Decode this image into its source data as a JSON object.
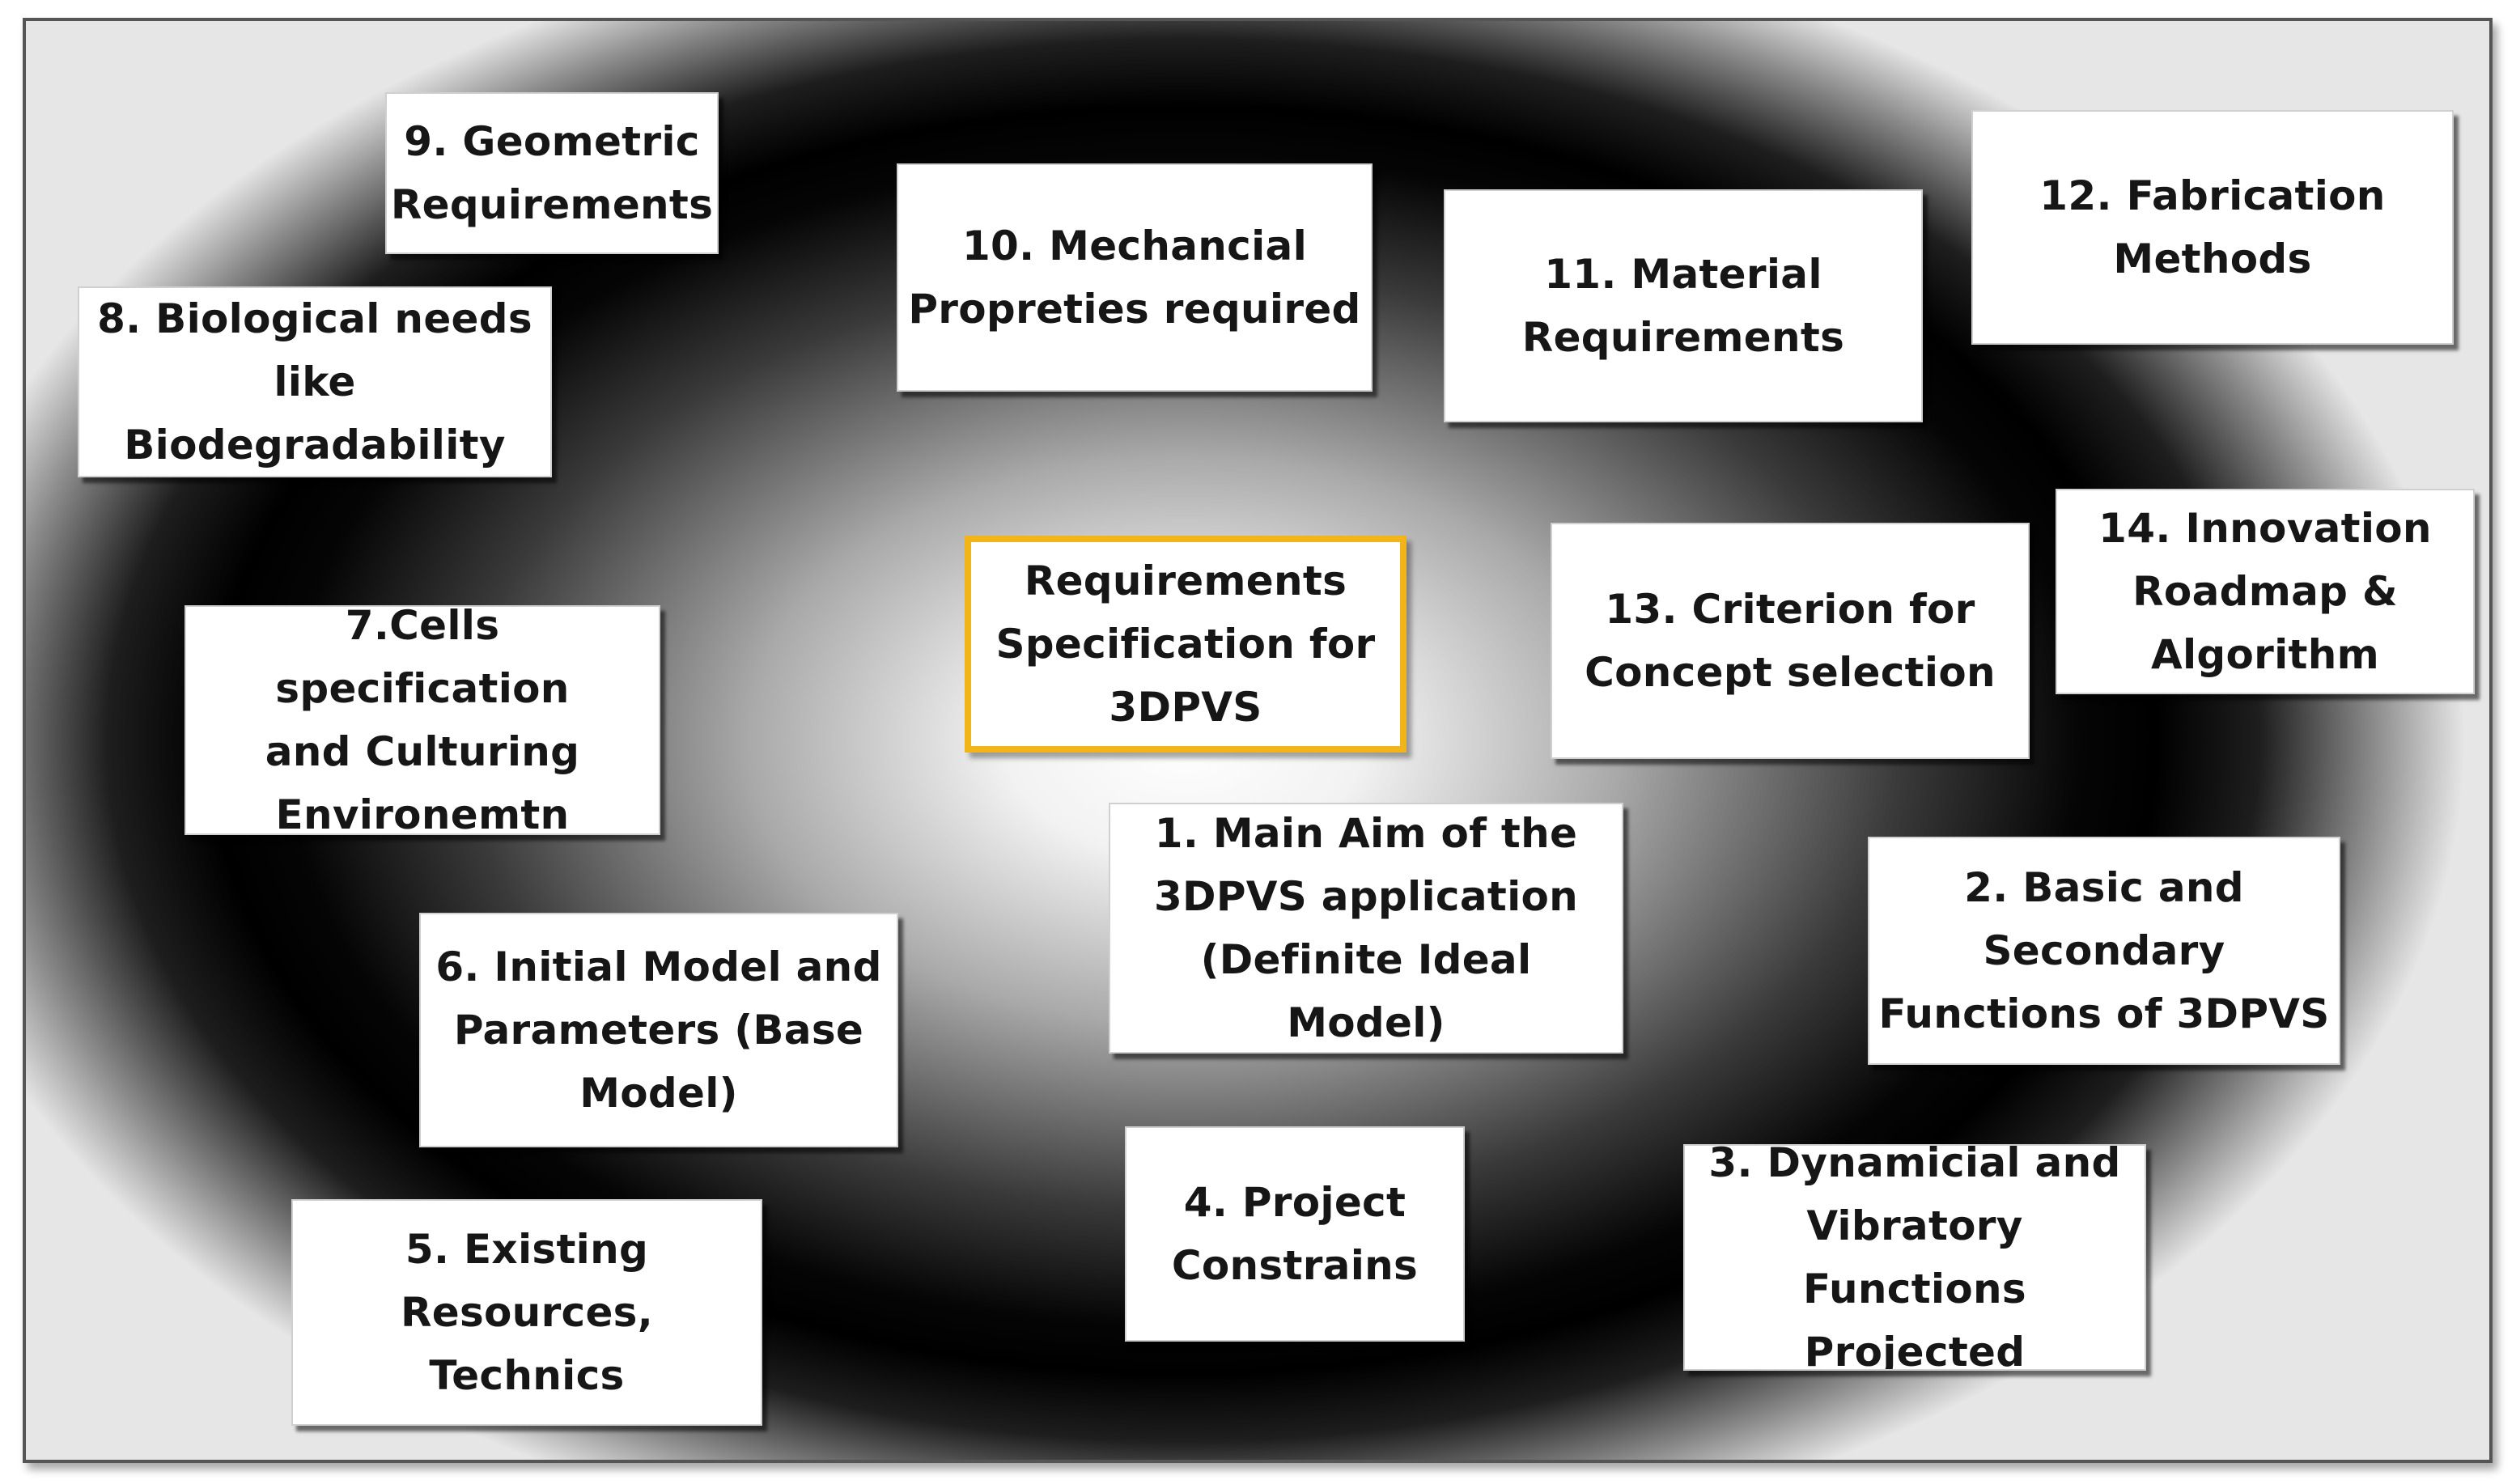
{
  "diagram": {
    "center_box": {
      "label": "Requirements\nSpecification for\n3DPVS",
      "border_color": "#f2b519"
    },
    "boxes": [
      {
        "id": "b1",
        "label": "1. Main Aim of the\n3DPVS application\n(Definite Ideal Model)"
      },
      {
        "id": "b2",
        "label": "2. Basic and\nSecondary\nFunctions of 3DPVS"
      },
      {
        "id": "b3",
        "label": "3. Dynamicial and\nVibratory Functions\nProjected"
      },
      {
        "id": "b4",
        "label": "4. Project\nConstrains"
      },
      {
        "id": "b5",
        "label": "5. Existing\nResources, Technics"
      },
      {
        "id": "b6",
        "label": "6. Initial Model and\nParameters (Base\nModel)"
      },
      {
        "id": "b7",
        "label": "7.Cells specification\nand Culturing\nEnvironemtn"
      },
      {
        "id": "b8",
        "label": "8. Biological needs\nlike Biodegradability"
      },
      {
        "id": "b9",
        "label": "9. Geometric\nRequirements"
      },
      {
        "id": "b10",
        "label": "10. Mechancial\nPropreties required"
      },
      {
        "id": "b11",
        "label": "11. Material\nRequirements"
      },
      {
        "id": "b12",
        "label": "12. Fabrication\nMethods"
      },
      {
        "id": "b13",
        "label": "13. Criterion for\nConcept selection"
      },
      {
        "id": "b14",
        "label": "14. Innovation\nRoadmap &\nAlgorithm"
      }
    ]
  }
}
